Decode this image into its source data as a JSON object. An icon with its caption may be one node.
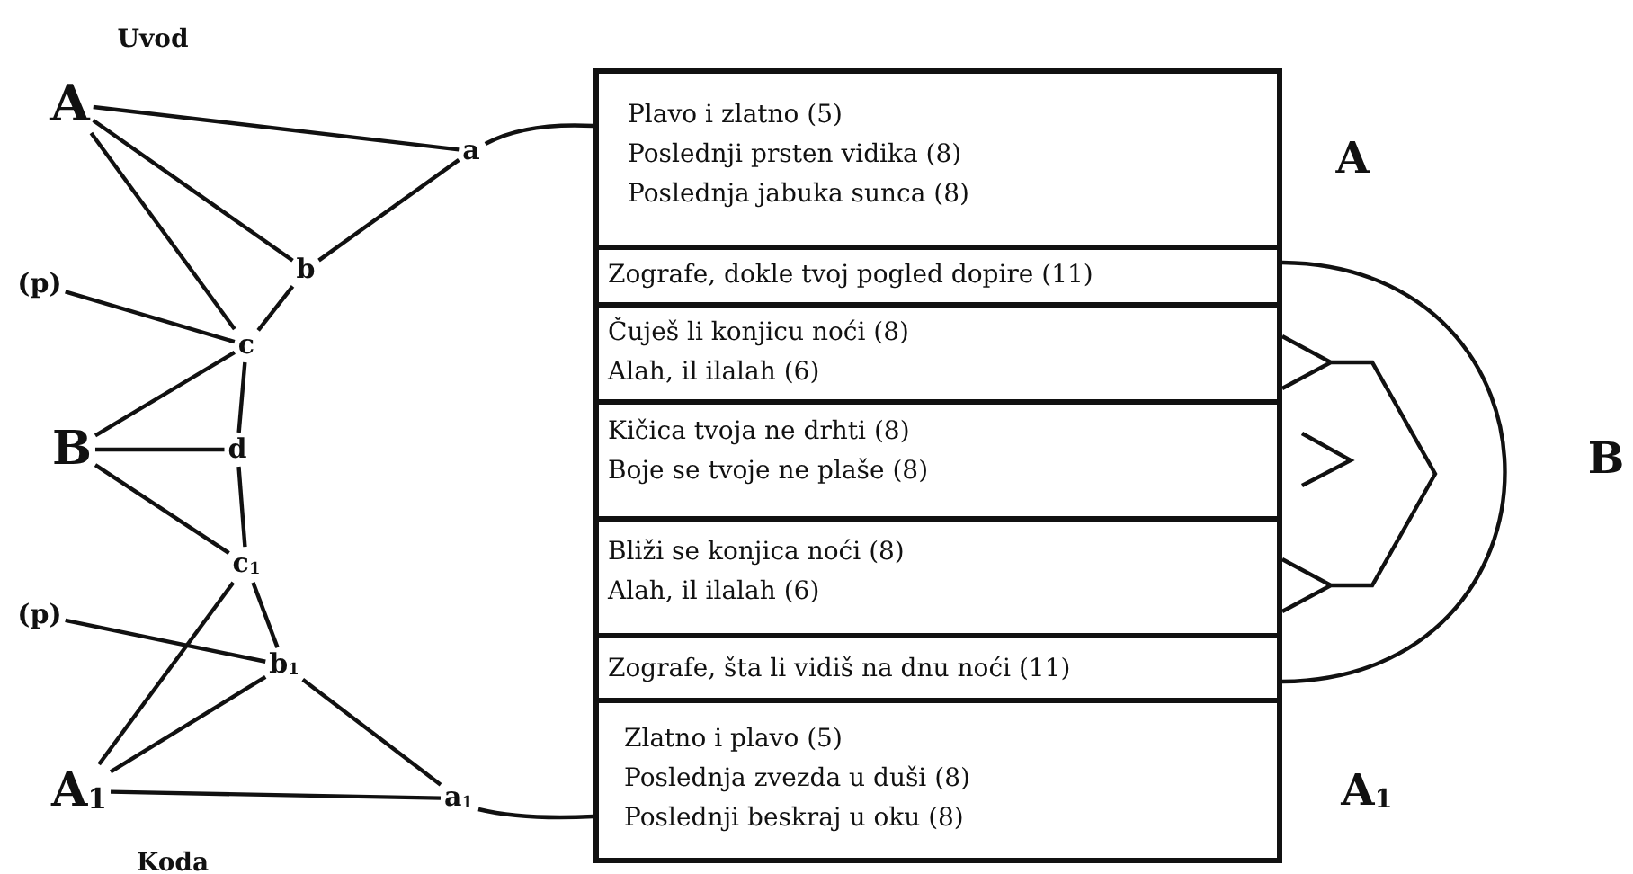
{
  "diagram": {
    "nodes": [
      {
        "text": [
          "A"
        ]
      },
      {
        "text": [
          "a"
        ]
      },
      {
        "text": [
          "b"
        ]
      },
      {
        "text": [
          "(p)"
        ]
      },
      {
        "text": [
          "c"
        ]
      },
      {
        "text": [
          "B"
        ]
      },
      {
        "text": [
          "d"
        ]
      },
      {
        "text": [
          "c$_{1}$"
        ]
      },
      {
        "text": [
          "(p)"
        ]
      },
      {
        "text": [
          "b$_{1}$"
        ]
      },
      {
        "text": [
          "A$_{1}$"
        ]
      },
      {
        "text": [
          "a$_{1}$"
        ]
      },
      {
        "text": [
          "Plavo i zlatno (5)",
          "Poslednji prsten vidika (8)",
          "Poslednja jabuka sunca (8)"
        ]
      },
      {
        "text": [
          "Zografe, dokle tvoj pogled dopire (11)"
        ]
      },
      {
        "text": [
          "Čuješ li konjicu noći (8)",
          "Alah, il ilalah (6)"
        ]
      },
      {
        "text": [
          "Kičica tvoja ne drhti (8)",
          "Boje se tvoje ne plaše (8)"
        ]
      },
      {
        "text": [
          "Bliži se konjica noći (8)",
          "Alah, il ilalah (6)"
        ]
      },
      {
        "text": [
          "Zografe, šta li vidiš na dnu noći (11)"
        ]
      },
      {
        "text": [
          "Zlatno i plavo (5)",
          "Poslednja zvezda u duši (8)",
          "Poslednji beskraj u oku (8)"
        ]
      }
    ],
    "edges": [
      {
        "from": 0,
        "to": 1,
        "arrow": "none"
      },
      {
        "from": 0,
        "to": 2,
        "arrow": "none"
      },
      {
        "from": 0,
        "to": 4,
        "arrow": "none"
      },
      {
        "from": 1,
        "to": 2,
        "arrow": "none"
      },
      {
        "from": 3,
        "to": 4,
        "arrow": "none"
      },
      {
        "from": 2,
        "to": 4,
        "arrow": "none"
      },
      {
        "from": 4,
        "to": 6,
        "arrow": "none"
      },
      {
        "from": 5,
        "to": 4,
        "arrow": "none"
      },
      {
        "from": 5,
        "to": 6,
        "arrow": "none"
      },
      {
        "from": 5,
        "to": 7,
        "arrow": "none"
      },
      {
        "from": 6,
        "to": 7,
        "arrow": "none"
      },
      {
        "from": 8,
        "to": 9,
        "arrow": "none"
      },
      {
        "from": 7,
        "to": 9,
        "arrow": "none"
      },
      {
        "from": 7,
        "to": 10,
        "arrow": "none"
      },
      {
        "from": 9,
        "to": 10,
        "arrow": "none"
      },
      {
        "from": 10,
        "to": 11,
        "arrow": "none"
      },
      {
        "from": 9,
        "to": 11,
        "arrow": "none"
      },
      {
        "from": 1,
        "to": 12,
        "arrow": "none"
      },
      {
        "from": 11,
        "to": 18,
        "arrow": "none"
      },
      {
        "from": 13,
        "to": 17,
        "arrow": "none"
      },
      {
        "from": 14,
        "to": 16,
        "arrow": "other"
      }
    ],
    "labels": [
      "Uvod",
      "A",
      "B",
      "Koda",
      "A$_{1}$"
    ]
  }
}
